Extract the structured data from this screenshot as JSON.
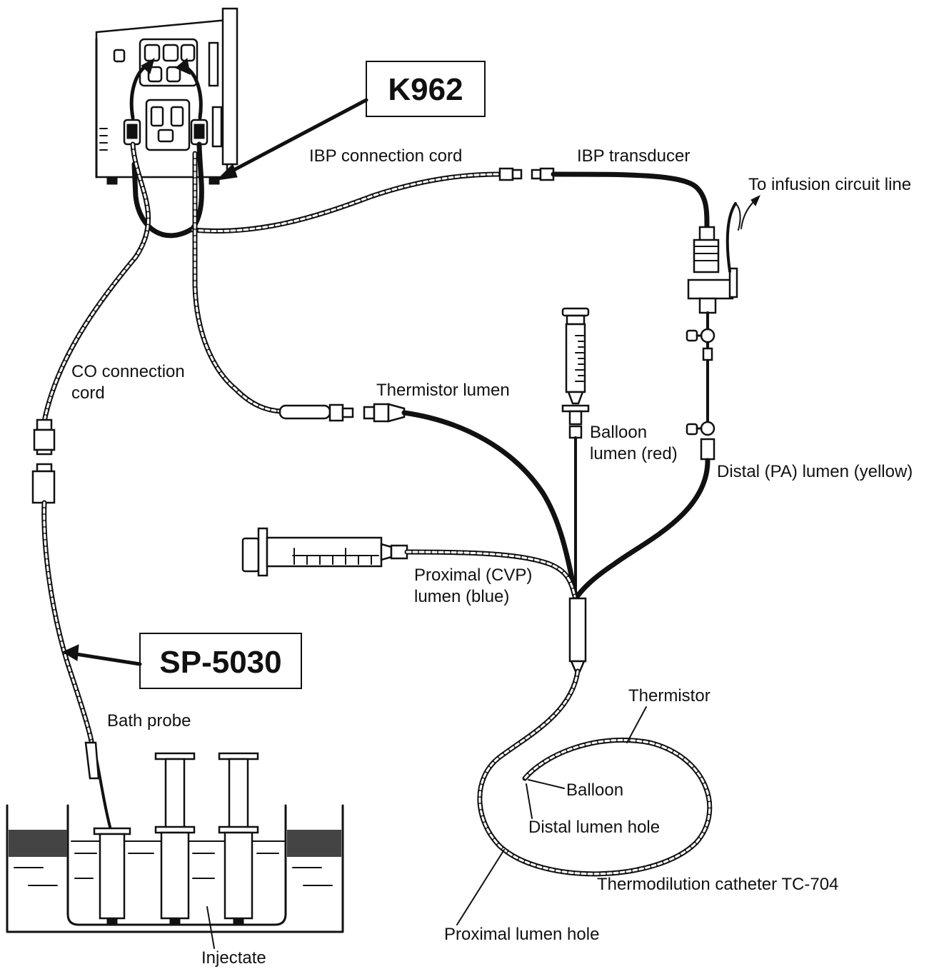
{
  "labels": {
    "model_monitor": "K962",
    "model_bath_probe": "SP-5030",
    "ibp_connection_cord": "IBP connection cord",
    "ibp_transducer": "IBP transducer",
    "to_infusion_circuit_line": "To infusion circuit line",
    "co_connection_cord_line1": "CO connection",
    "co_connection_cord_line2": "cord",
    "thermistor_lumen": "Thermistor lumen",
    "balloon_lumen_line1": "Balloon",
    "balloon_lumen_line2": "lumen (red)",
    "distal_pa_lumen": "Distal (PA) lumen (yellow)",
    "proximal_cvp_line1": "Proximal (CVP)",
    "proximal_cvp_line2": "lumen (blue)",
    "thermistor": "Thermistor",
    "balloon": "Balloon",
    "distal_lumen_hole": "Distal lumen hole",
    "thermodilution_catheter": "Thermodilution catheter TC-704",
    "proximal_lumen_hole": "Proximal lumen hole",
    "bath_probe": "Bath probe",
    "injectate": "Injectate"
  },
  "colors": {
    "ink": "#111111",
    "background": "#ffffff"
  }
}
